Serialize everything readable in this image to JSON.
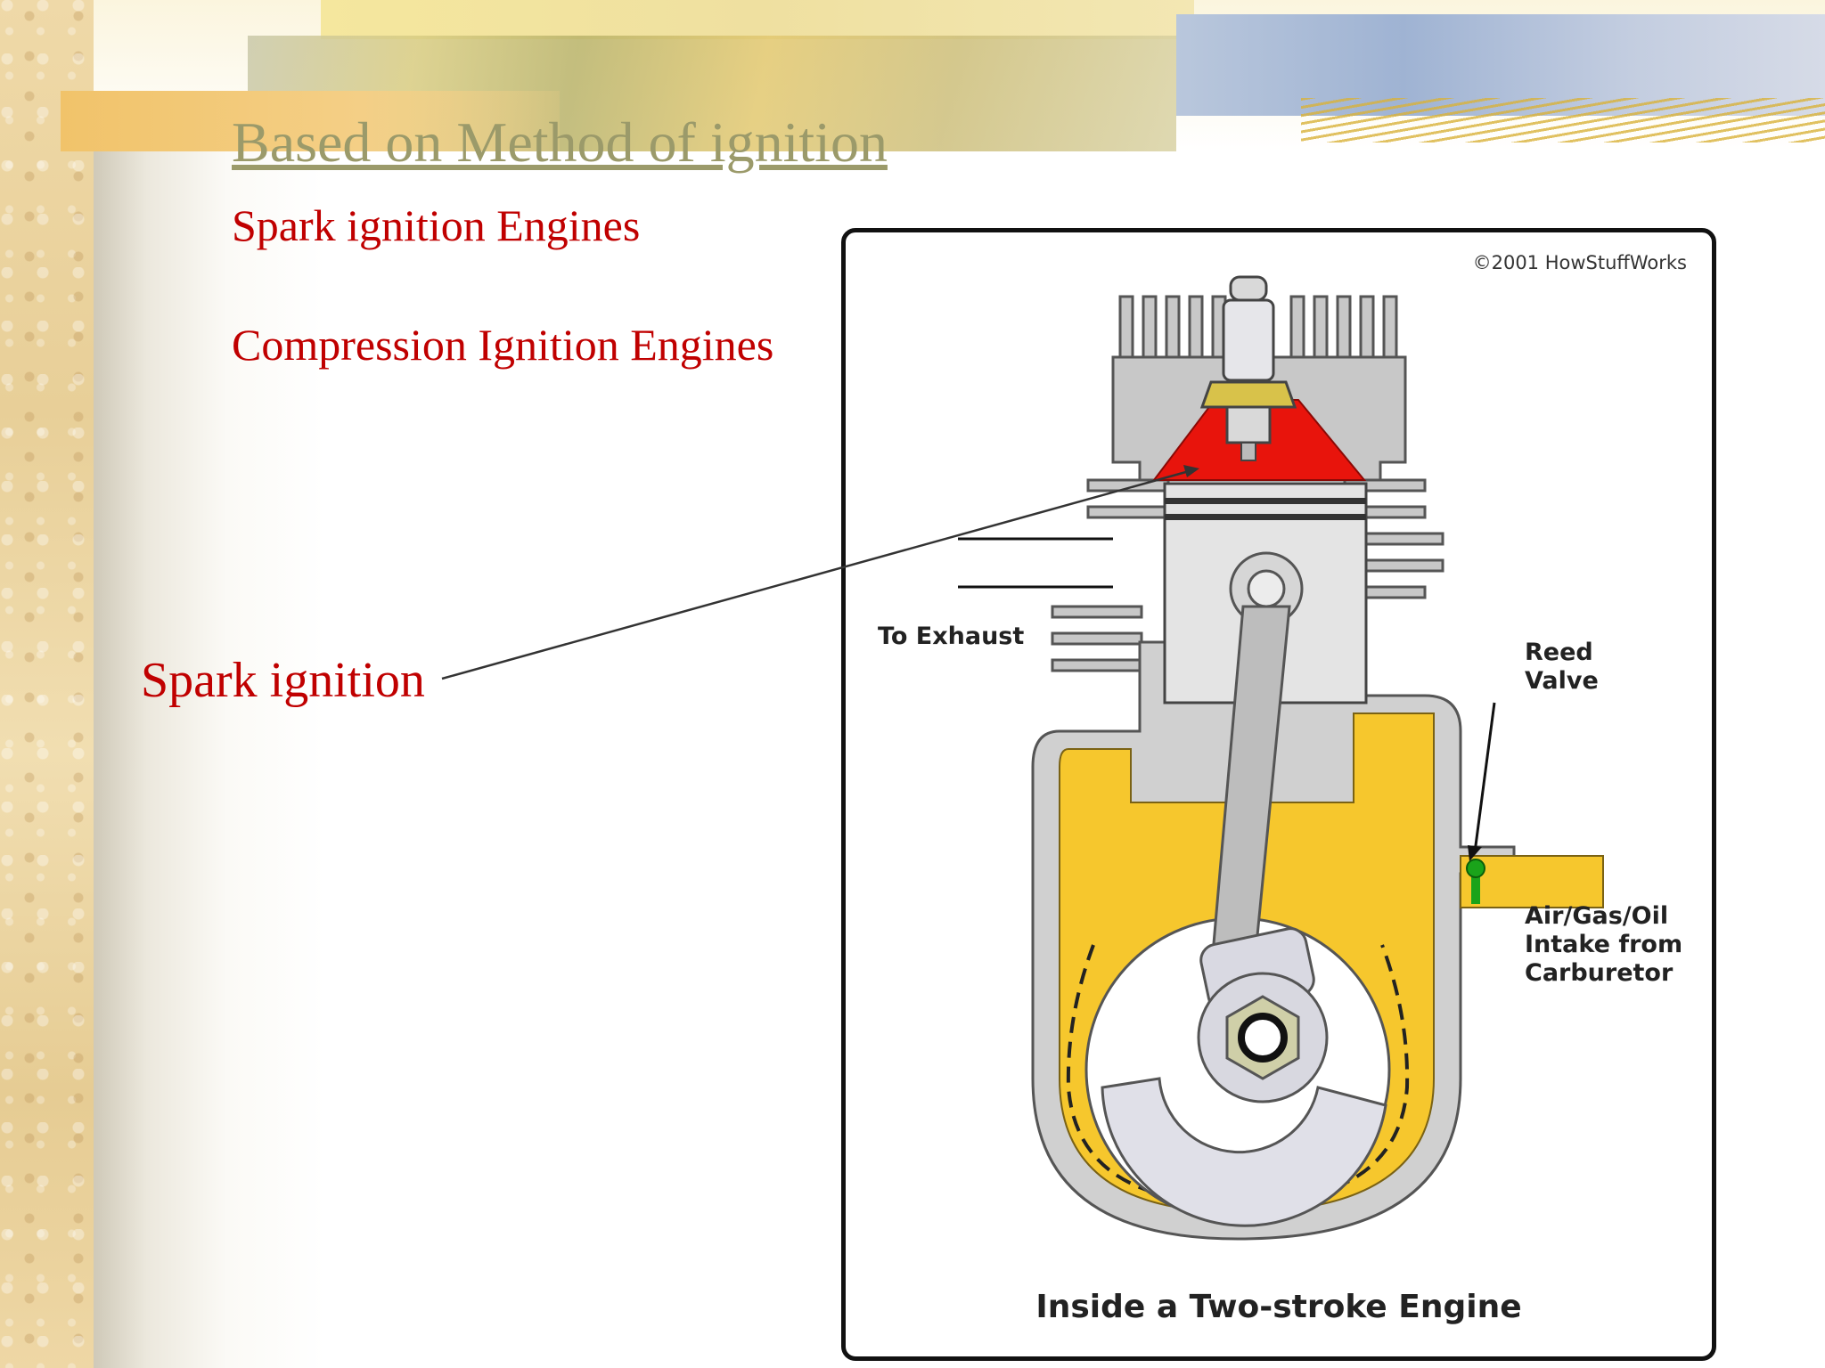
{
  "slide": {
    "title": "Based on Method of ignition",
    "items": [
      "Spark ignition Engines",
      "Compression Ignition Engines"
    ],
    "callout": "Spark ignition"
  },
  "figure": {
    "copyright": "©2001 HowStuffWorks",
    "labels": {
      "exhaust": "To Exhaust",
      "reed": "Reed\nValve",
      "intake": "Air/Gas/Oil\nIntake from\nCarburetor"
    },
    "caption": "Inside a Two-stroke Engine"
  },
  "colors": {
    "title": "#9b9a6a",
    "text": "#c00000",
    "combustion": "#e8140c",
    "crankcase": "#f6c72d",
    "metal": "#c8c8c8",
    "reed_valve": "#1aa31a"
  }
}
